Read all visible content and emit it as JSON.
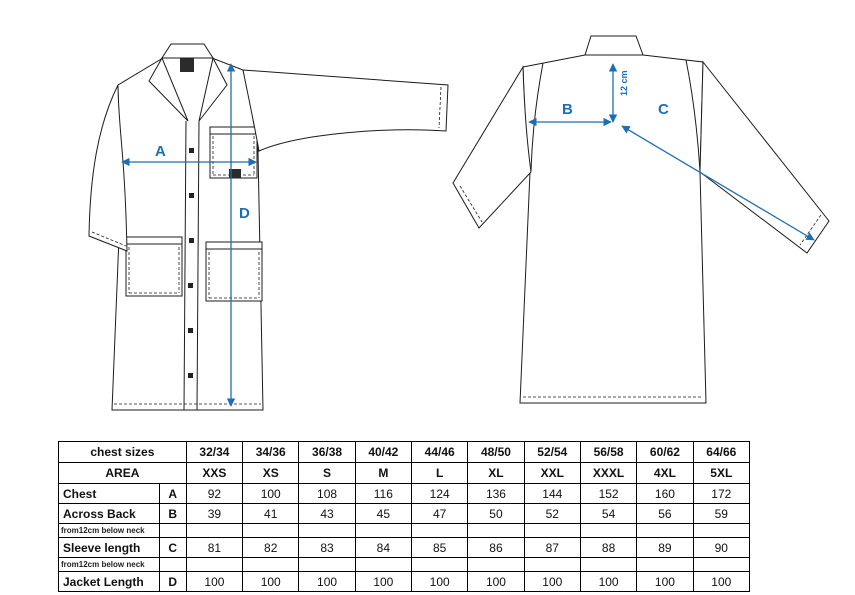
{
  "page": {
    "background": "#ffffff"
  },
  "diagram": {
    "accent_color": "#1e6eb5",
    "front": {
      "label_a": "A",
      "label_d": "D"
    },
    "back": {
      "label_b": "B",
      "label_c": "C",
      "note_vertical": "12 cm"
    }
  },
  "table": {
    "header_row1": [
      "chest sizes",
      "32/34",
      "34/36",
      "36/38",
      "40/42",
      "44/46",
      "48/50",
      "52/54",
      "56/58",
      "60/62",
      "64/66"
    ],
    "header_row2": [
      "AREA",
      "XXS",
      "XS",
      "S",
      "M",
      "L",
      "XL",
      "XXL",
      "XXXL",
      "4XL",
      "5XL"
    ],
    "rows": [
      {
        "label": "Chest",
        "letter": "A",
        "values": [
          "92",
          "100",
          "108",
          "116",
          "124",
          "136",
          "144",
          "152",
          "160",
          "172"
        ],
        "note": ""
      },
      {
        "label": "Across Back",
        "letter": "B",
        "values": [
          "39",
          "41",
          "43",
          "45",
          "47",
          "50",
          "52",
          "54",
          "56",
          "59"
        ],
        "note": "from12cm below neck"
      },
      {
        "label": "Sleeve length",
        "letter": "C",
        "values": [
          "81",
          "82",
          "83",
          "84",
          "85",
          "86",
          "87",
          "88",
          "89",
          "90"
        ],
        "note": "from12cm below neck"
      },
      {
        "label": "Jacket Length",
        "letter": "D",
        "values": [
          "100",
          "100",
          "100",
          "100",
          "100",
          "100",
          "100",
          "100",
          "100",
          "100"
        ],
        "note": ""
      }
    ]
  }
}
